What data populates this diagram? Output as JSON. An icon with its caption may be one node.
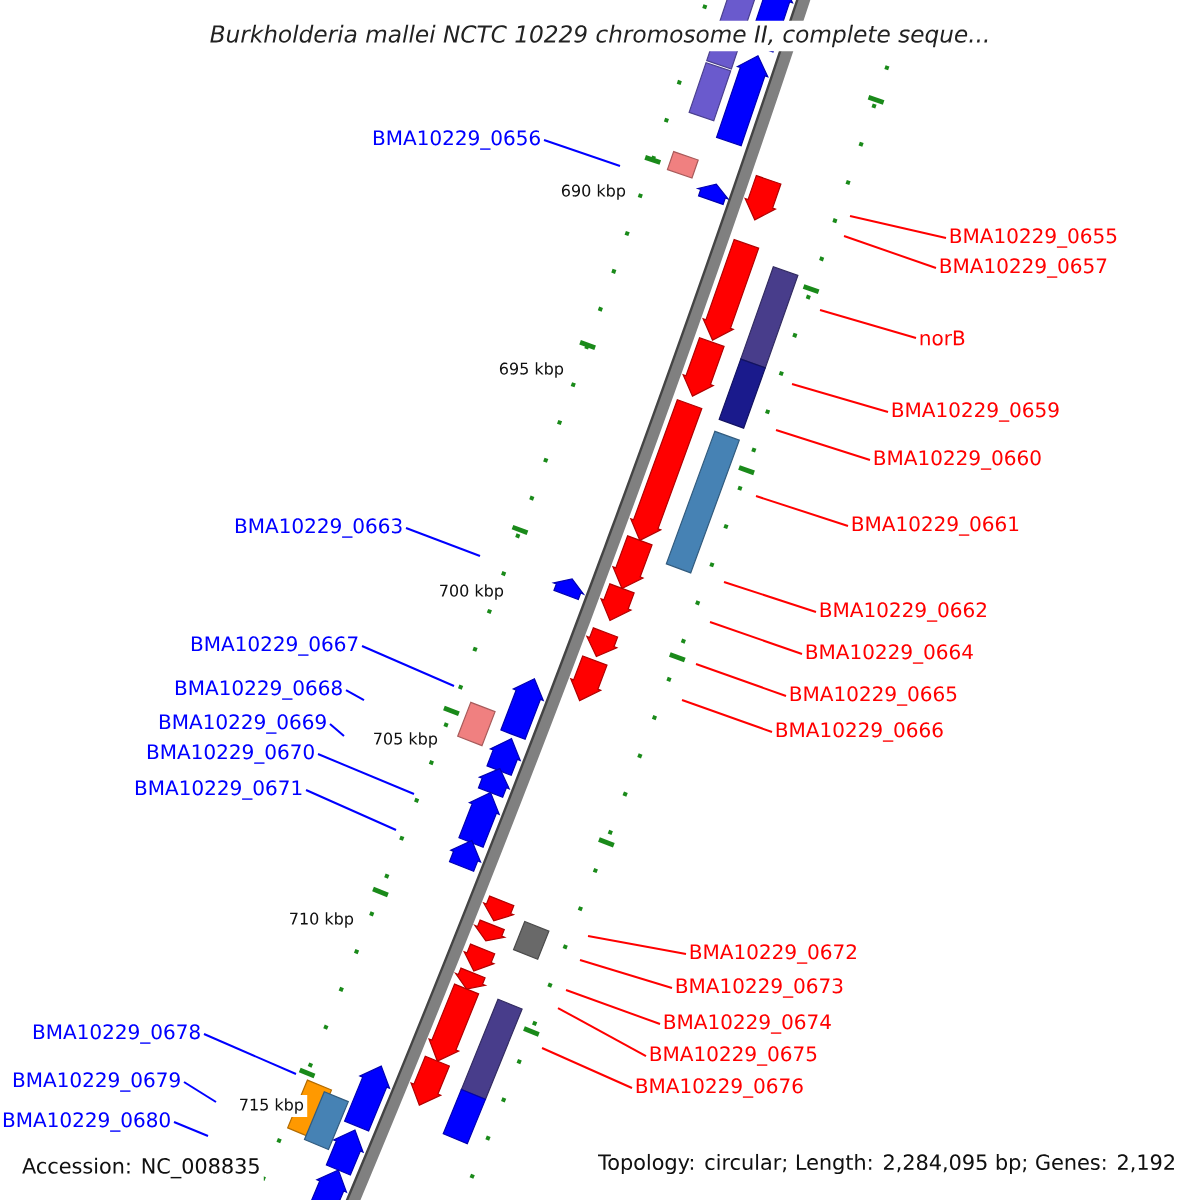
{
  "diagram": {
    "title": "Burkholderia mallei NCTC 10229 chromosome II, complete seque...",
    "nodes": [
      {
        "text": [
          "BMA10229_0656"
        ]
      },
      {
        "text": [
          "BMA10229_0655"
        ]
      },
      {
        "text": [
          "BMA10229_0657"
        ]
      },
      {
        "text": [
          "norB"
        ]
      },
      {
        "text": [
          "BMA10229_0659"
        ]
      },
      {
        "text": [
          "BMA10229_0660"
        ]
      },
      {
        "text": [
          "BMA10229_0661"
        ]
      },
      {
        "text": [
          "BMA10229_0663"
        ]
      },
      {
        "text": [
          "BMA10229_0662"
        ]
      },
      {
        "text": [
          "BMA10229_0667"
        ]
      },
      {
        "text": [
          "BMA10229_0664"
        ]
      },
      {
        "text": [
          "BMA10229_0668"
        ]
      },
      {
        "text": [
          "BMA10229_0665"
        ]
      },
      {
        "text": [
          "BMA10229_0669"
        ]
      },
      {
        "text": [
          "BMA10229_0666"
        ]
      },
      {
        "text": [
          "BMA10229_0670"
        ]
      },
      {
        "text": [
          "BMA10229_0671"
        ]
      },
      {
        "text": [
          "BMA10229_0672"
        ]
      },
      {
        "text": [
          "BMA10229_0673"
        ]
      },
      {
        "text": [
          "BMA10229_0674"
        ]
      },
      {
        "text": [
          "BMA10229_0678"
        ]
      },
      {
        "text": [
          "BMA10229_0675"
        ]
      },
      {
        "text": [
          "BMA10229_0679"
        ]
      },
      {
        "text": [
          "BMA10229_0676"
        ]
      },
      {
        "text": [
          "BMA10229_0680"
        ]
      }
    ],
    "edges": [
      {
        "from": 0,
        "to": null,
        "arrow": "none",
        "color": "#0000ff"
      },
      {
        "from": 1,
        "to": null,
        "arrow": "none"
      },
      {
        "from": 2,
        "to": null,
        "arrow": "none"
      },
      {
        "from": 3,
        "to": null,
        "arrow": "none"
      },
      {
        "from": 4,
        "to": null,
        "arrow": "none"
      },
      {
        "from": 5,
        "to": null,
        "arrow": "none"
      },
      {
        "from": 6,
        "to": null,
        "arrow": "none"
      },
      {
        "from": 7,
        "to": null,
        "arrow": "none",
        "color": "#0000ff"
      },
      {
        "from": 8,
        "to": null,
        "arrow": "none"
      },
      {
        "from": 9,
        "to": null,
        "arrow": "none",
        "color": "#0000ff"
      },
      {
        "from": 10,
        "to": null,
        "arrow": "none"
      },
      {
        "from": 11,
        "to": null,
        "arrow": "none",
        "color": "#0000ff"
      },
      {
        "from": 12,
        "to": null,
        "arrow": "none"
      },
      {
        "from": 13,
        "to": null,
        "arrow": "none",
        "color": "#0000ff"
      },
      {
        "from": 14,
        "to": null,
        "arrow": "none"
      },
      {
        "from": 15,
        "to": null,
        "arrow": "none",
        "color": "#0000ff"
      },
      {
        "from": 16,
        "to": null,
        "arrow": "none",
        "color": "#0000ff"
      },
      {
        "from": 17,
        "to": null,
        "arrow": "none"
      },
      {
        "from": 18,
        "to": null,
        "arrow": "none"
      },
      {
        "from": 19,
        "to": null,
        "arrow": "none"
      },
      {
        "from": 20,
        "to": null,
        "arrow": "none",
        "color": "#0000ff"
      },
      {
        "from": 21,
        "to": null,
        "arrow": "none"
      },
      {
        "from": 22,
        "to": null,
        "arrow": "none",
        "color": "#0000ff"
      },
      {
        "from": 23,
        "to": null,
        "arrow": "none"
      },
      {
        "from": 24,
        "to": null,
        "arrow": "none",
        "color": "#0000ff"
      }
    ],
    "labels": [
      "690 kbp",
      "695 kbp",
      "700 kbp",
      "705 kbp",
      "710 kbp",
      "715 kbp",
      "Accession: NC_008835",
      "Topology: circular; Length: 2,284,095 bp; Genes: 2,192"
    ]
  }
}
